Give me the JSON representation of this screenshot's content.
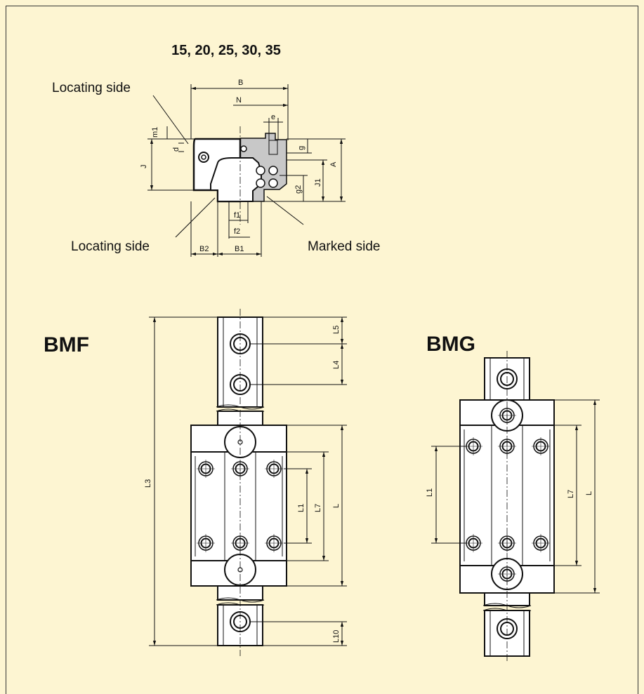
{
  "sizes_title": "15, 20, 25, 30, 35",
  "cross_section": {
    "labels": {
      "locating_side_top": "Locating side",
      "locating_side_bottom": "Locating side",
      "marked_side": "Marked side"
    },
    "dims": {
      "B": "B",
      "N": "N",
      "e": "e",
      "m1": "m1",
      "d": "d",
      "J": "J",
      "g": "g",
      "A": "A",
      "J1": "J1",
      "g2": "g2",
      "f1": "f1",
      "f2": "f2",
      "B1": "B1",
      "B2": "B2"
    }
  },
  "bmf": {
    "title": "BMF",
    "dims": {
      "L3": "L3",
      "L5": "L5",
      "L4": "L4",
      "L1": "L1",
      "L7": "L7",
      "L": "L",
      "L10": "L10"
    }
  },
  "bmg": {
    "title": "BMG",
    "dims": {
      "L1": "L1",
      "L7": "L7",
      "L": "L"
    }
  },
  "colors": {
    "background": "#fdf5d2",
    "shade": "#c8c8c8",
    "line": "#111111"
  }
}
